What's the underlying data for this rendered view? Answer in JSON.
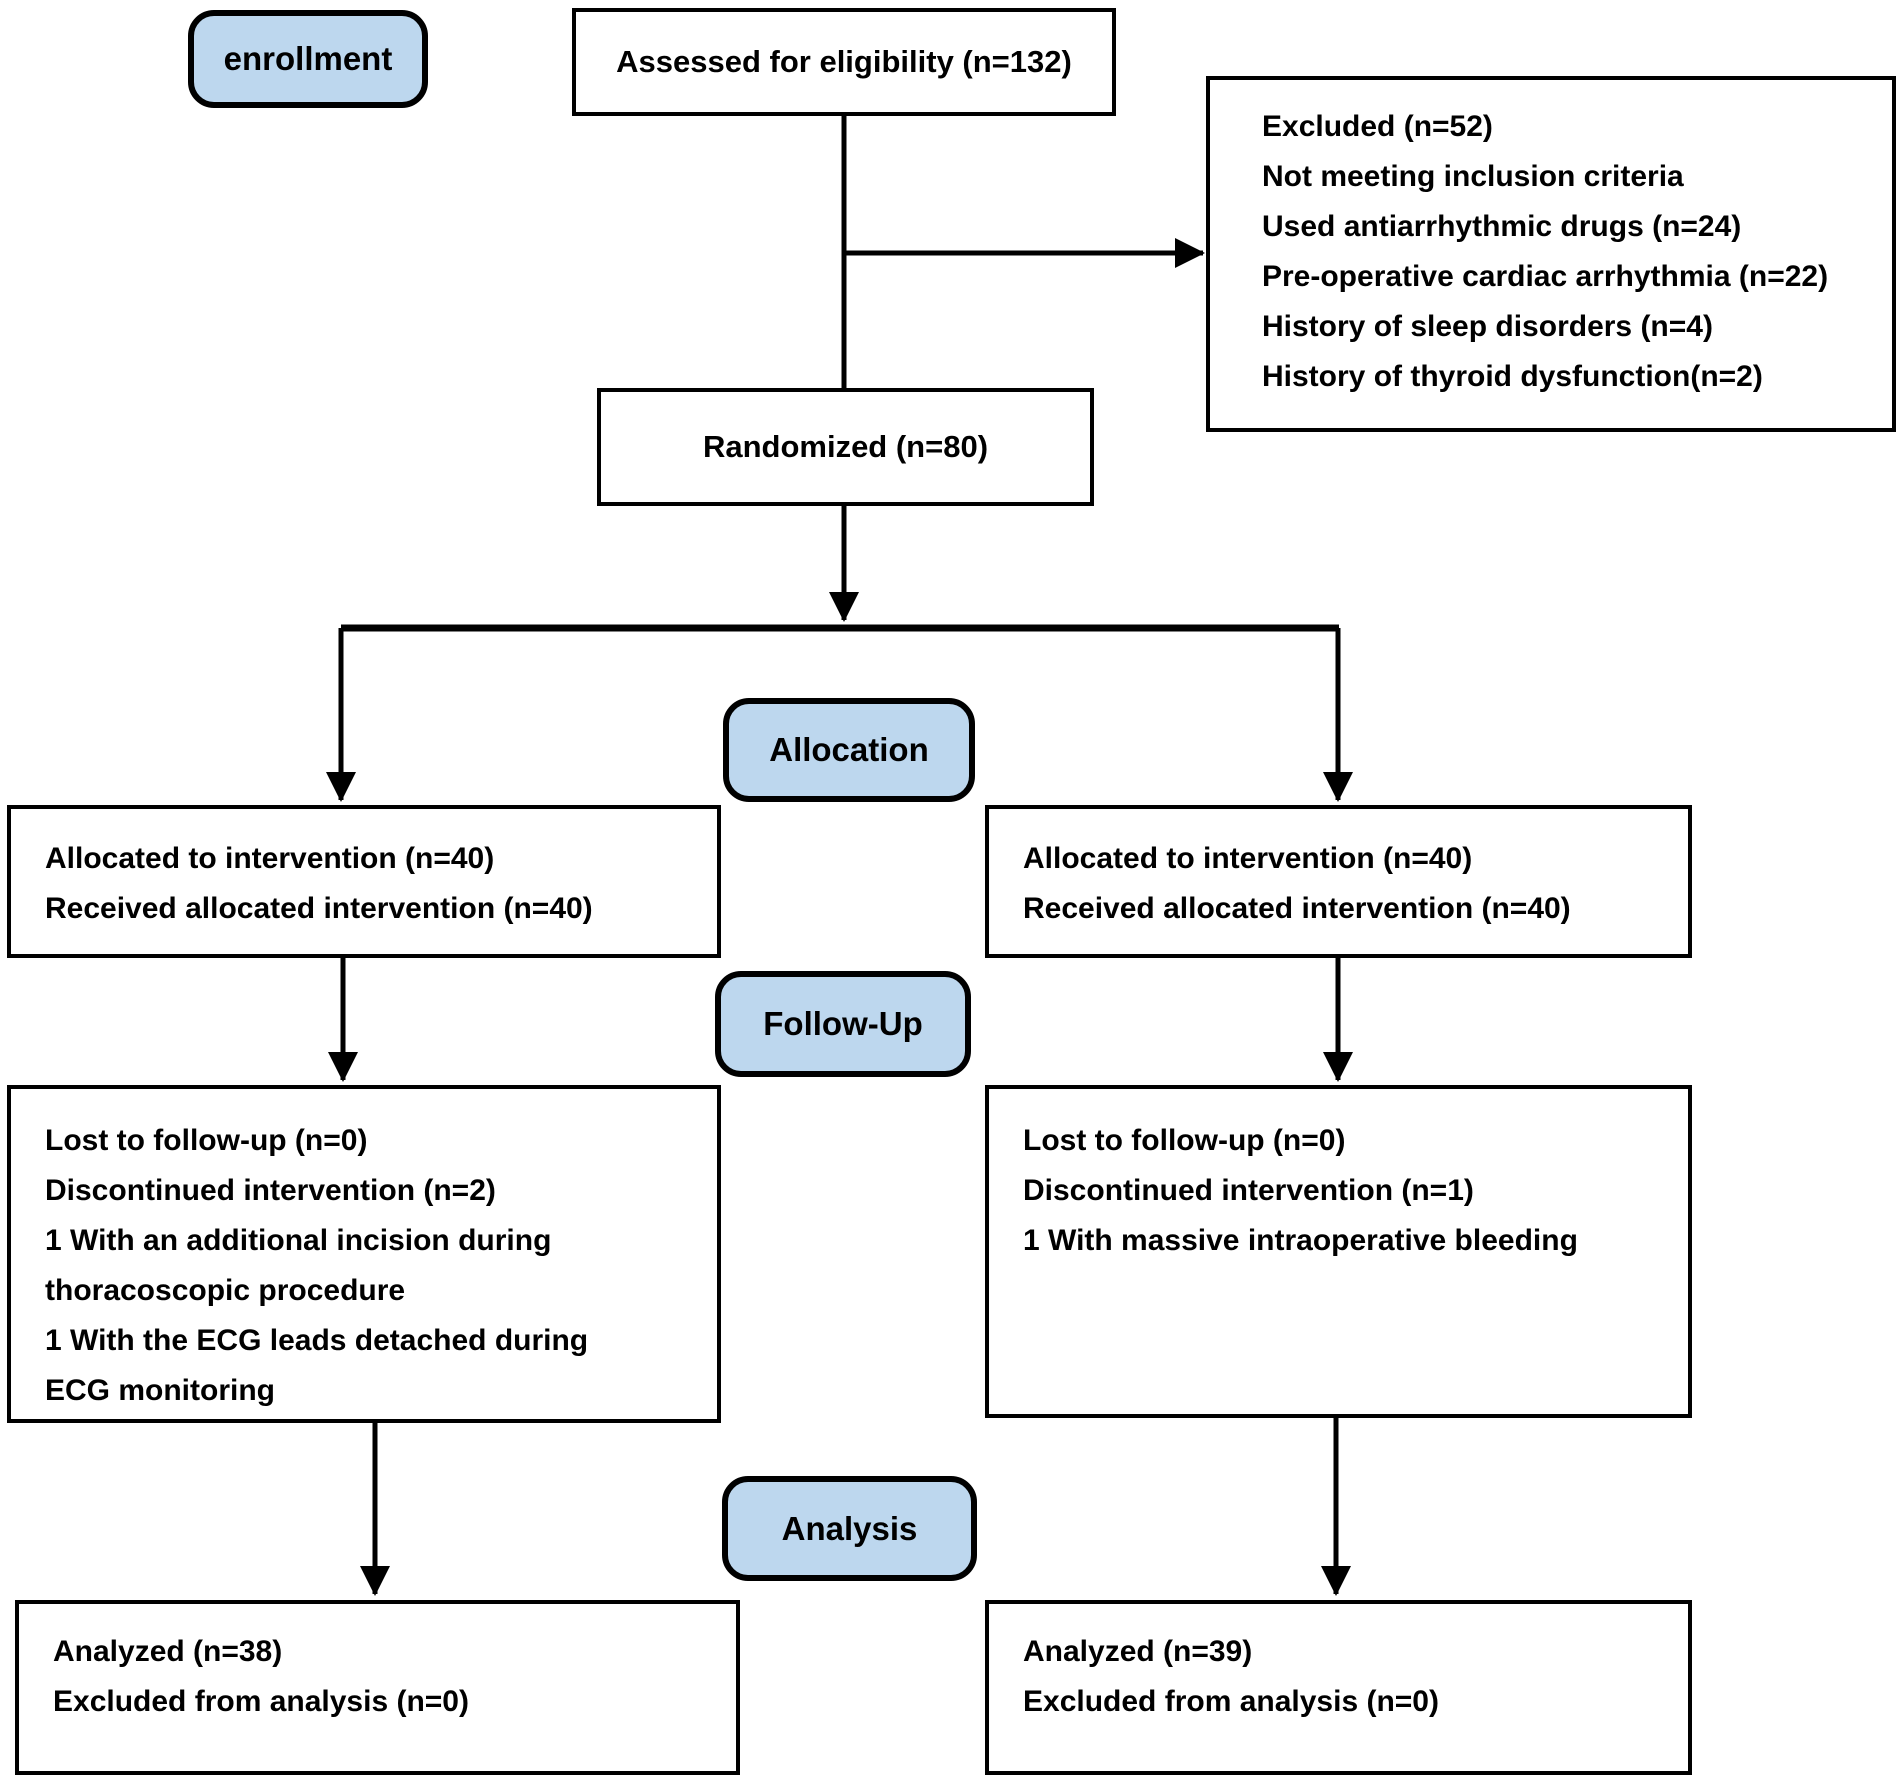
{
  "colors": {
    "stage_fill": "#BDD7EE",
    "box_border": "#000000",
    "background": "#FFFFFF",
    "text": "#000000",
    "line": "#000000"
  },
  "stages": {
    "enrollment": "enrollment",
    "allocation": "Allocation",
    "follow_up": "Follow-Up",
    "analysis": "Analysis"
  },
  "boxes": {
    "assessed": {
      "text": "Assessed for eligibility (n=132)"
    },
    "excluded": {
      "lines": [
        "Excluded (n=52)",
        "Not meeting inclusion criteria",
        "Used antiarrhythmic drugs (n=24)",
        "Pre-operative cardiac arrhythmia (n=22)",
        "History of sleep disorders (n=4)",
        "History of thyroid dysfunction(n=2)"
      ]
    },
    "randomized": {
      "text": "Randomized (n=80)"
    },
    "allocated_left": {
      "lines": [
        "Allocated to intervention (n=40)",
        "Received allocated intervention (n=40)"
      ]
    },
    "allocated_right": {
      "lines": [
        "Allocated to intervention (n=40)",
        "Received allocated intervention (n=40)"
      ]
    },
    "follow_up_left": {
      "lines": [
        "Lost to follow-up (n=0)",
        "Discontinued intervention (n=2)",
        "1 With an additional incision during",
        "thoracoscopic procedure",
        "1 With the ECG leads detached during",
        "ECG monitoring"
      ]
    },
    "follow_up_right": {
      "lines": [
        "Lost to follow-up (n=0)",
        "Discontinued intervention (n=1)",
        "1 With massive intraoperative bleeding"
      ]
    },
    "analyzed_left": {
      "lines": [
        "Analyzed (n=38)",
        "Excluded from analysis (n=0)"
      ]
    },
    "analyzed_right": {
      "lines": [
        "Analyzed (n=39)",
        "Excluded from analysis (n=0)"
      ]
    }
  }
}
